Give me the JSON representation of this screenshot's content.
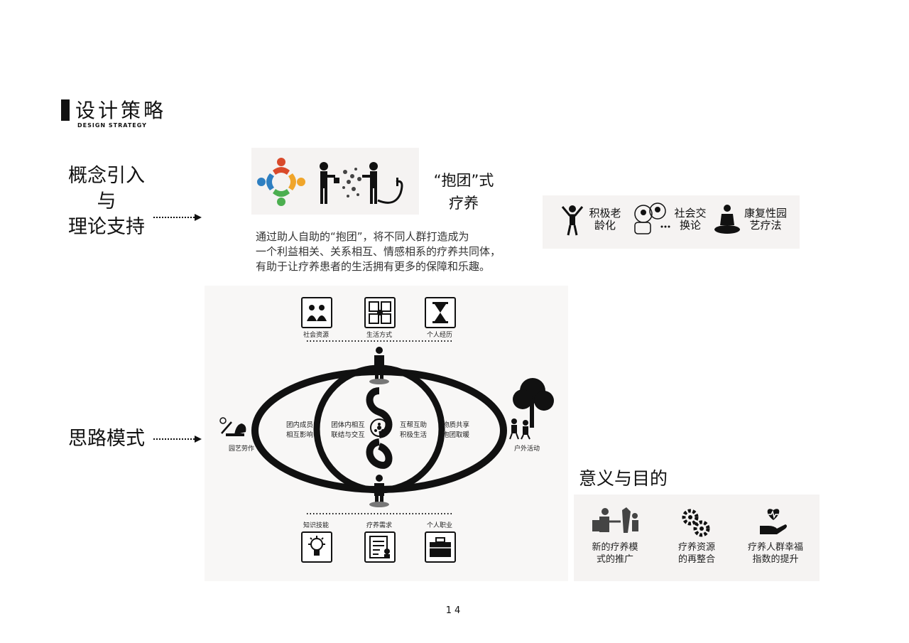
{
  "header": {
    "title": "设计策略",
    "subtitle": "DESIGN STRATEGY"
  },
  "sections": {
    "concept_line1": "概念引入",
    "concept_line2": "与",
    "concept_line3": "理论支持",
    "thinking": "思路模式"
  },
  "concept": {
    "baotuan_line1": "“抱团”式",
    "baotuan_line2": "疗养",
    "paragraph_line1": "通过助人自助的“抱团”，将不同人群打造成为",
    "paragraph_line2": "一个利益相关、关系相互、情感相系的疗养共同体，",
    "paragraph_line3": "有助于让疗养患者的生活拥有更多的保障和乐趣。"
  },
  "tags": [
    {
      "line1": "积极老",
      "line2": "龄化"
    },
    {
      "line1": "社会交",
      "line2": "换论"
    },
    {
      "line1": "康复性园",
      "line2": "艺疗法"
    }
  ],
  "diagram": {
    "top_icons": [
      "社会资源",
      "生活方式",
      "个人经历"
    ],
    "bottom_icons": [
      "知识技能",
      "疗养需求",
      "个人职业"
    ],
    "left_label": "园艺劳作",
    "right_label": "户外活动",
    "outer_left_line1": "团内成员",
    "outer_left_line2": "相互影响",
    "inner_left_line1": "团体内相互",
    "inner_left_line2": "联结与交互",
    "inner_right_line1": "互帮互助",
    "inner_right_line2": "积极生活",
    "outer_right_line1": "物质共享",
    "outer_right_line2": "抱团取暖"
  },
  "meaning": {
    "title": "意义与目的",
    "items": [
      {
        "line1": "新的疗养模",
        "line2": "式的推广"
      },
      {
        "line1": "疗养资源",
        "line2": "的再整合"
      },
      {
        "line1": "疗养人群幸福",
        "line2": "指数的提升"
      }
    ]
  },
  "page_number": "14",
  "icons": [
    "team-circle-icon",
    "watering-people-icon",
    "active-aging-icon",
    "social-exchange-icon",
    "meditation-icon",
    "social-resource-icon",
    "lifestyle-icon",
    "hourglass-icon",
    "knowledge-icon",
    "checklist-icon",
    "briefcase-icon",
    "gardening-icon",
    "tree-icon",
    "people-icon",
    "gears-icon",
    "heart-hand-icon"
  ]
}
